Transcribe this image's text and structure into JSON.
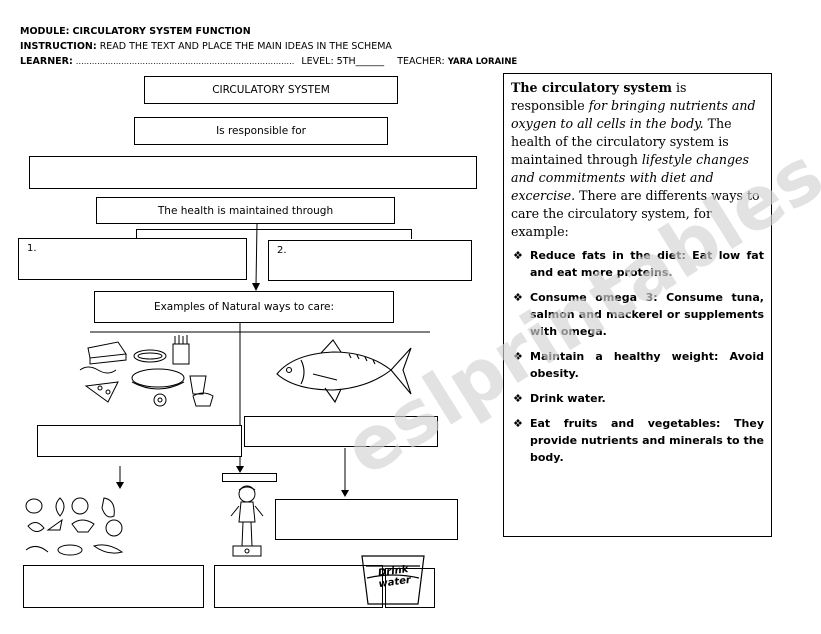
{
  "header": {
    "module_label": "MODULE:",
    "module_value": "CIRCULATORY SYSTEM FUNCTION",
    "instruction_label": "INSTRUCTION:",
    "instruction_value": "READ THE TEXT AND PLACE THE MAIN IDEAS IN THE SCHEMA",
    "learner_label": "LEARNER:",
    "learner_blank": "……………………………………………………………………….",
    "level_label": "LEVEL: 5TH______",
    "teacher_label": "TEACHER:",
    "teacher_value": "YARA LORAINE"
  },
  "schema": {
    "title": "CIRCULATORY SYSTEM",
    "responsible": "Is responsible for",
    "maintained": "The health is maintained through",
    "option1": "1.",
    "option2": "2.",
    "examples": "Examples of Natural ways to care:"
  },
  "panel": {
    "intro_bold": "The circulatory system",
    "intro_1": " is responsible ",
    "intro_italic_1": "for bringing nutrients and oxygen to all cells in the body.",
    "intro_2": " The health of the circulatory system is maintained through ",
    "intro_italic_2": "lifestyle changes and commitments with diet and excercise.",
    "intro_3": " There are differents ways to care the circulatory system, for example:",
    "bullets": [
      "Reduce fats in the diet: Eat low fat and eat more proteins.",
      "Consume omega 3: Consume tuna, salmon and mackerel or supplements with omega.",
      "Maintain a healthy weight: Avoid obesity.",
      "Drink water.",
      "Eat fruits and vegetables: They provide nutrients and minerals to the body."
    ]
  },
  "images": {
    "water_label": "Drink water"
  },
  "watermark": "eslprintables.com"
}
